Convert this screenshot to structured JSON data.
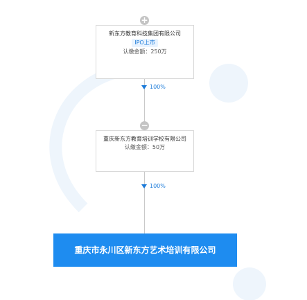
{
  "nodes": {
    "top": {
      "name": "新东方教育科技集团有限公司",
      "tag": "IPO上市",
      "capital": "认缴金额：250万",
      "toggle": "+"
    },
    "middle": {
      "name": "重庆新东方教育培训学校有限公司",
      "capital": "认缴金额：50万",
      "toggle": "−"
    },
    "target": {
      "name": "重庆市永川区新东方艺术培训有限公司"
    }
  },
  "edges": [
    {
      "percent": "100%"
    },
    {
      "percent": "100%"
    }
  ],
  "colors": {
    "accent": "#1e8cf0",
    "link": "#1a7ad9",
    "tag_bg": "#e8f3ff",
    "toggle": "#c4c4c4"
  }
}
